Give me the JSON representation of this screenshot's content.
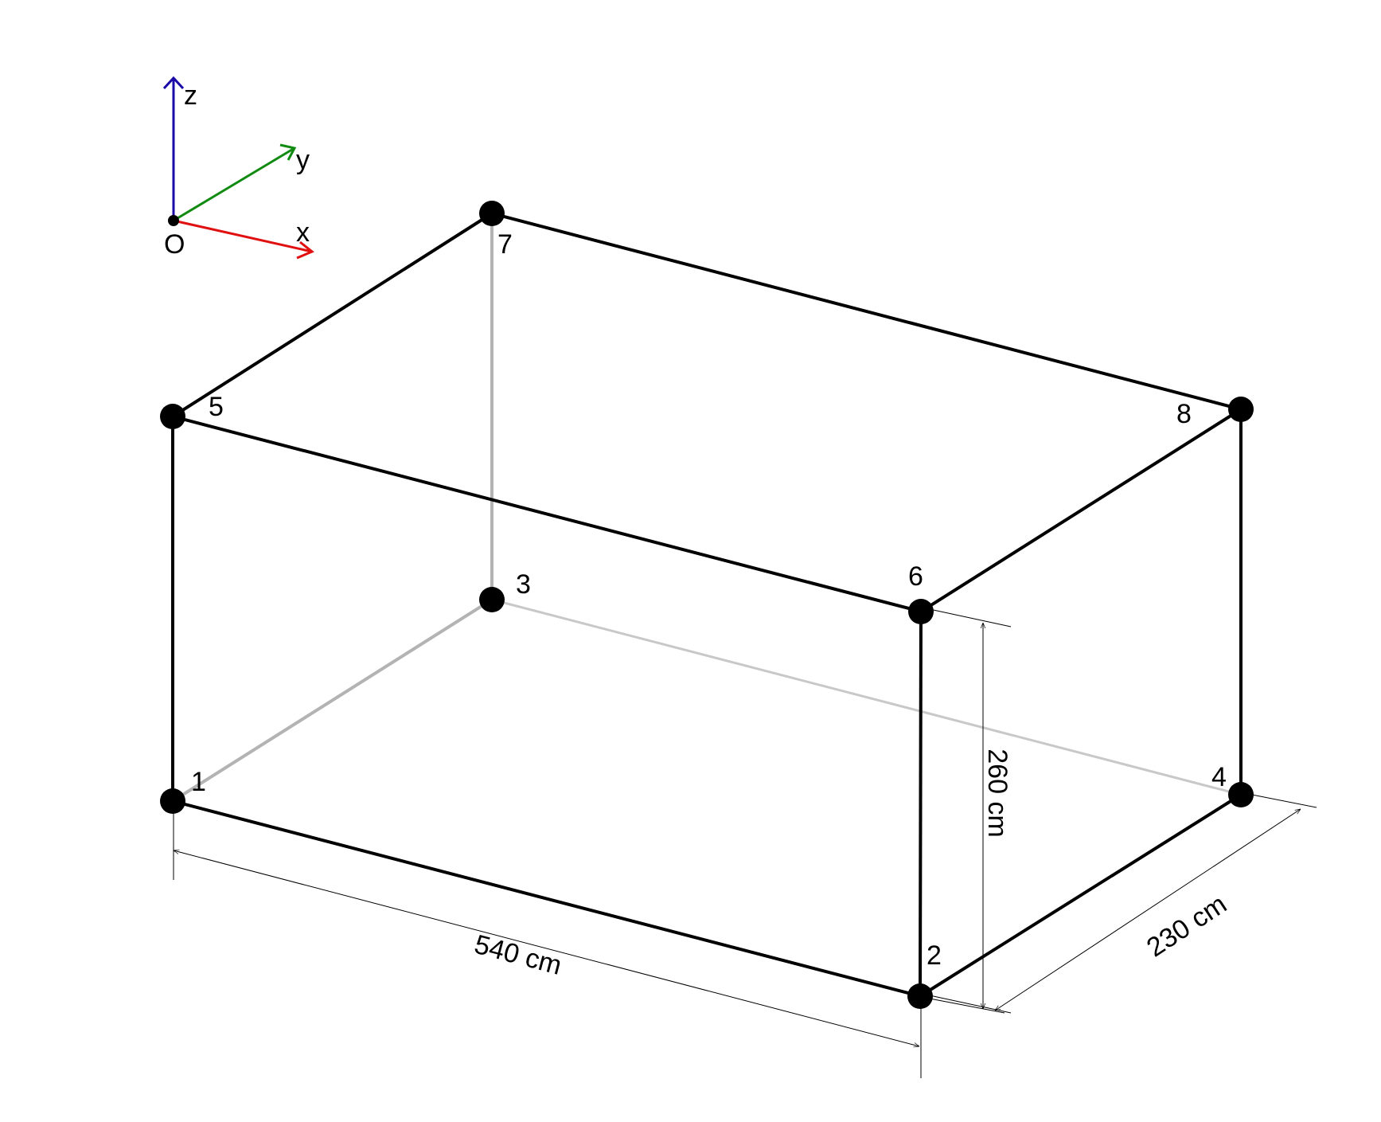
{
  "axes": {
    "origin_label": "O",
    "x_label": "x",
    "y_label": "y",
    "z_label": "z",
    "x_color": "#e01010",
    "y_color": "#108a10",
    "z_color": "#1a0aa8"
  },
  "nodes": [
    {
      "id": "1",
      "label": "1"
    },
    {
      "id": "2",
      "label": "2"
    },
    {
      "id": "3",
      "label": "3"
    },
    {
      "id": "4",
      "label": "4"
    },
    {
      "id": "5",
      "label": "5"
    },
    {
      "id": "6",
      "label": "6"
    },
    {
      "id": "7",
      "label": "7"
    },
    {
      "id": "8",
      "label": "8"
    }
  ],
  "dimensions": {
    "length": "540 cm",
    "height": "260 cm",
    "width": "230 cm"
  },
  "colors": {
    "visible_edge": "#000000",
    "hidden_edge": "#b3b3b3",
    "hidden_edge_light": "#c8c8c8"
  }
}
